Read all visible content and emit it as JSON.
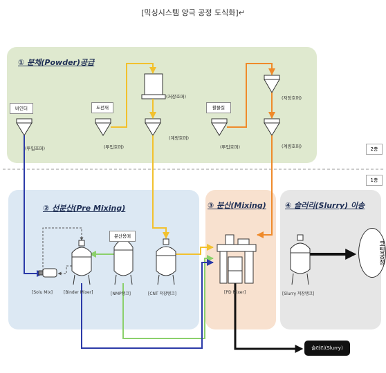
{
  "title": "[믹싱시스템 양극 공정 도식화]↵",
  "floors": {
    "upper": "2층",
    "lower": "1층"
  },
  "sections": {
    "powder": "① 분체(Powder)공급",
    "premix": "② 선분산(Pre Mixing)",
    "mixing": "③ 분산(Mixing)",
    "slurry": "④ 슬러리(Slurry) 이송"
  },
  "materials": {
    "binder": "바인더",
    "conductor": "도전재",
    "active": "활물질"
  },
  "tags": {
    "input_hopper": "(투입호퍼)",
    "weigh_hopper": "(계량호퍼)",
    "storage_hopper": "(저장호퍼)"
  },
  "dispersion_box": "분산용매",
  "equipment": {
    "solu_mix": "[Solu Mix]",
    "binder_mixer": "[Binder Mixer]",
    "nmp_tank": "[NMP탱크]",
    "cnt_tank": "[CNT 저장탱크]",
    "pd_mixer": "[PD Mixer]",
    "slurry_tank": "[Slurry 저장탱크]"
  },
  "slurry_box": "슬러리(Slurry)",
  "coating": "코팅공정",
  "colors": {
    "powder_bg": "#dfe9cf",
    "premix_bg": "#dce8f3",
    "mixing_bg": "#f8e1cf",
    "slurry_bg": "#e6e6e6",
    "line_blue": "#2b3aa8",
    "line_yellow": "#f2c12e",
    "line_orange": "#ef8a2a",
    "line_green": "#8bd06b",
    "line_black": "#111111"
  }
}
